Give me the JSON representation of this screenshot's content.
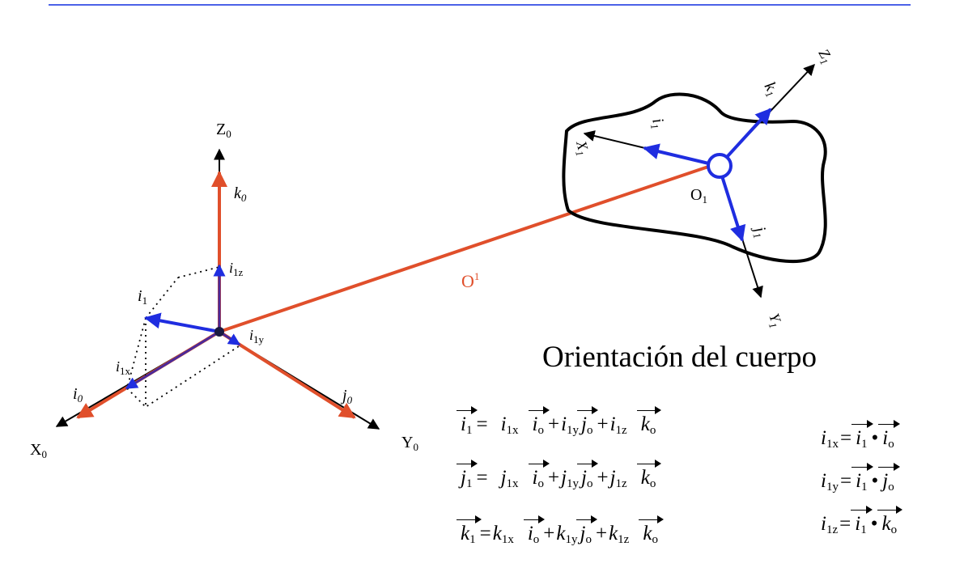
{
  "colors": {
    "frame0": "#e04f2b",
    "frame1": "#1f2de0",
    "outline": "#000000",
    "top_rule": "#4c62e8"
  },
  "frame0": {
    "axis_x": "X",
    "axis_x_sub": "0",
    "axis_y": "Y",
    "axis_y_sub": "0",
    "axis_z": "Z",
    "axis_z_sub": "0",
    "unit_i": "i",
    "unit_i_sub": "0",
    "unit_j": "j",
    "unit_j_sub": "0",
    "unit_k": "k",
    "unit_k_sub": "0",
    "comp_x": "i",
    "comp_x_sub": "1x",
    "comp_y": "i",
    "comp_y_sub": "1y",
    "comp_z": "i",
    "comp_z_sub": "1z",
    "proj_i": "i",
    "proj_i_sub": "1"
  },
  "position_vector": {
    "label": "O",
    "sup": "1"
  },
  "body": {
    "origin": "O",
    "origin_sub": "1",
    "axis_x": "X",
    "axis_x_sub": "1",
    "axis_y": "Y",
    "axis_y_sub": "1",
    "axis_z": "Z",
    "axis_z_sub": "1",
    "unit_i": "i",
    "unit_i_sub": "1",
    "unit_j": "j",
    "unit_j_sub": "1",
    "unit_k": "k",
    "unit_k_sub": "1"
  },
  "title": "Orientación del cuerpo",
  "equations": {
    "plus": "+",
    "eq": "=",
    "dot": "•",
    "rows": [
      {
        "lhs": "i",
        "lhs_sub": "1",
        "t1": "i",
        "t1_sub": "1x",
        "u1": "i",
        "u1_sub": "o",
        "t2": "i",
        "t2_sub": "1y",
        "u2": "j",
        "u2_sub": "o",
        "t3": "i",
        "t3_sub": "1z",
        "u3": "k",
        "u3_sub": "o"
      },
      {
        "lhs": "j",
        "lhs_sub": "1",
        "t1": "j",
        "t1_sub": "1x",
        "u1": "i",
        "u1_sub": "o",
        "t2": "j",
        "t2_sub": "1y",
        "u2": "j",
        "u2_sub": "o",
        "t3": "j",
        "t3_sub": "1z",
        "u3": "k",
        "u3_sub": "o"
      },
      {
        "lhs": "k",
        "lhs_sub": "1",
        "t1": "k",
        "t1_sub": "1x",
        "u1": "i",
        "u1_sub": "o",
        "t2": "k",
        "t2_sub": "1y",
        "u2": "j",
        "u2_sub": "o",
        "t3": "k",
        "t3_sub": "1z",
        "u3": "k",
        "u3_sub": "o"
      }
    ],
    "dots": [
      {
        "c": "i",
        "c_sub": "1x",
        "a": "i",
        "a_sub": "1",
        "b": "i",
        "b_sub": "o"
      },
      {
        "c": "i",
        "c_sub": "1y",
        "a": "i",
        "a_sub": "1",
        "b": "j",
        "b_sub": "o"
      },
      {
        "c": "i",
        "c_sub": "1z",
        "a": "i",
        "a_sub": "1",
        "b": "k",
        "b_sub": "o"
      }
    ]
  }
}
